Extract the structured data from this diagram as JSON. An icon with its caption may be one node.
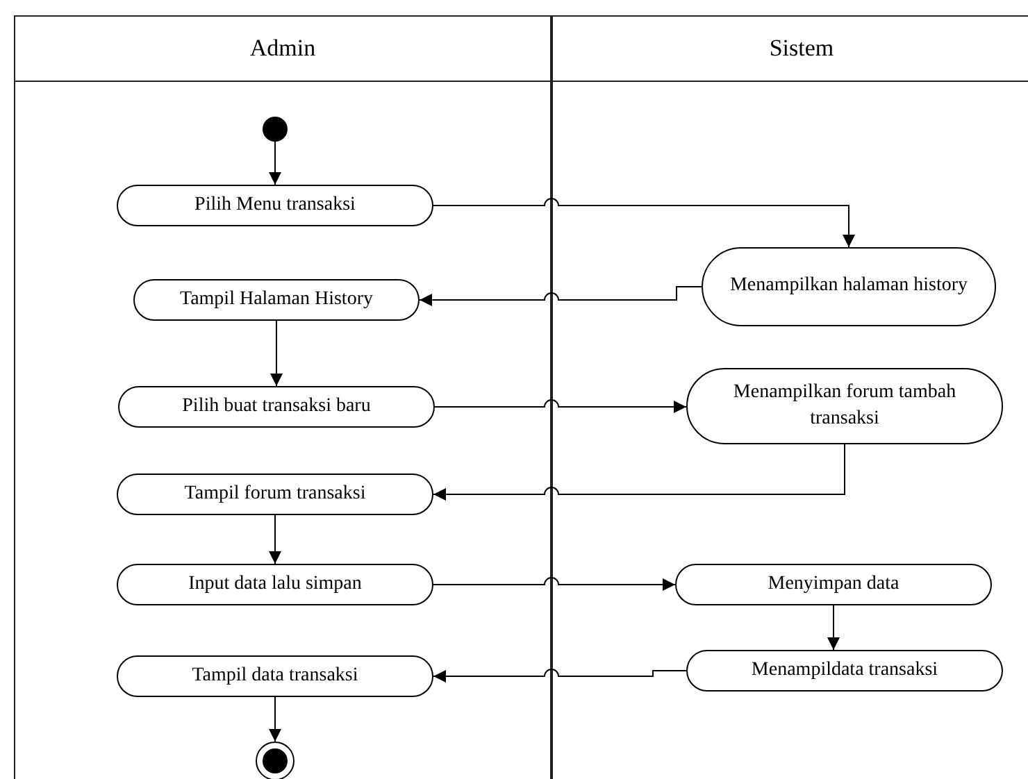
{
  "diagram": {
    "nodes": [
      {
        "text": [
          "Admin"
        ]
      },
      {
        "text": [
          "Sistem"
        ]
      },
      {
        "text": [],
        "shape": "circle",
        "in": 0
      },
      {
        "text": [
          "Pilih Menu transaksi"
        ],
        "in": 0
      },
      {
        "text": [
          "Menampilkan halaman history"
        ],
        "in": 1
      },
      {
        "text": [
          "Tampil Halaman History"
        ],
        "in": 0
      },
      {
        "text": [
          "Pilih buat transaksi baru"
        ],
        "in": 0
      },
      {
        "text": [
          "Menampilkan forum tambah transaksi"
        ],
        "in": 1
      },
      {
        "text": [
          "Tampil forum transaksi"
        ],
        "in": 0
      },
      {
        "text": [
          "Input data lalu simpan"
        ],
        "in": 0
      },
      {
        "text": [
          "Menyimpan data"
        ],
        "in": 1
      },
      {
        "text": [
          "Tampil data transaksi"
        ],
        "in": 0
      },
      {
        "text": [
          "Menampildata transaksi"
        ],
        "in": 1
      },
      {
        "text": [],
        "shape": "circle",
        "in": 0
      }
    ],
    "edges": [
      {
        "from": 2,
        "to": 3,
        "arrow": "to"
      },
      {
        "from": 3,
        "to": 4,
        "arrow": "to"
      },
      {
        "from": 4,
        "to": 5,
        "arrow": "to"
      },
      {
        "from": 5,
        "to": 6,
        "arrow": "to"
      },
      {
        "from": 6,
        "to": 7,
        "arrow": "to"
      },
      {
        "from": 7,
        "to": 8,
        "arrow": "to"
      },
      {
        "from": 8,
        "to": 9,
        "arrow": "to"
      },
      {
        "from": 9,
        "to": 10,
        "arrow": "to"
      },
      {
        "from": 10,
        "to": 12,
        "arrow": "to"
      },
      {
        "from": 12,
        "to": 11,
        "arrow": "to"
      },
      {
        "from": 11,
        "to": 13,
        "arrow": "to"
      }
    ]
  }
}
